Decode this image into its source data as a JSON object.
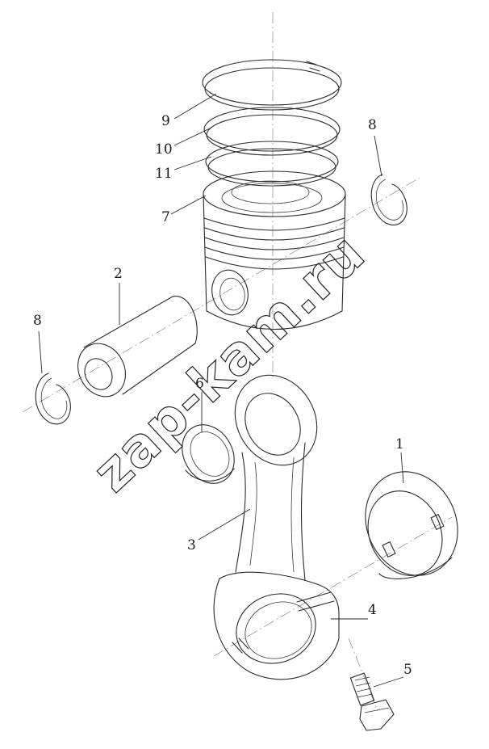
{
  "watermark": "zap-kam.ru",
  "parts": [
    {
      "id": "ring-top",
      "label": "9"
    },
    {
      "id": "ring-middle",
      "label": "10"
    },
    {
      "id": "ring-oil",
      "label": "11"
    },
    {
      "id": "piston",
      "label": "7"
    },
    {
      "id": "circlip-right",
      "label": "8"
    },
    {
      "id": "piston-pin",
      "label": "2"
    },
    {
      "id": "circlip-left",
      "label": "8"
    },
    {
      "id": "small-end-bushing",
      "label": "6"
    },
    {
      "id": "big-end-bearing",
      "label": "1"
    },
    {
      "id": "connecting-rod",
      "label": "3"
    },
    {
      "id": "rod-cap",
      "label": "4"
    },
    {
      "id": "rod-bolt",
      "label": "5"
    }
  ]
}
